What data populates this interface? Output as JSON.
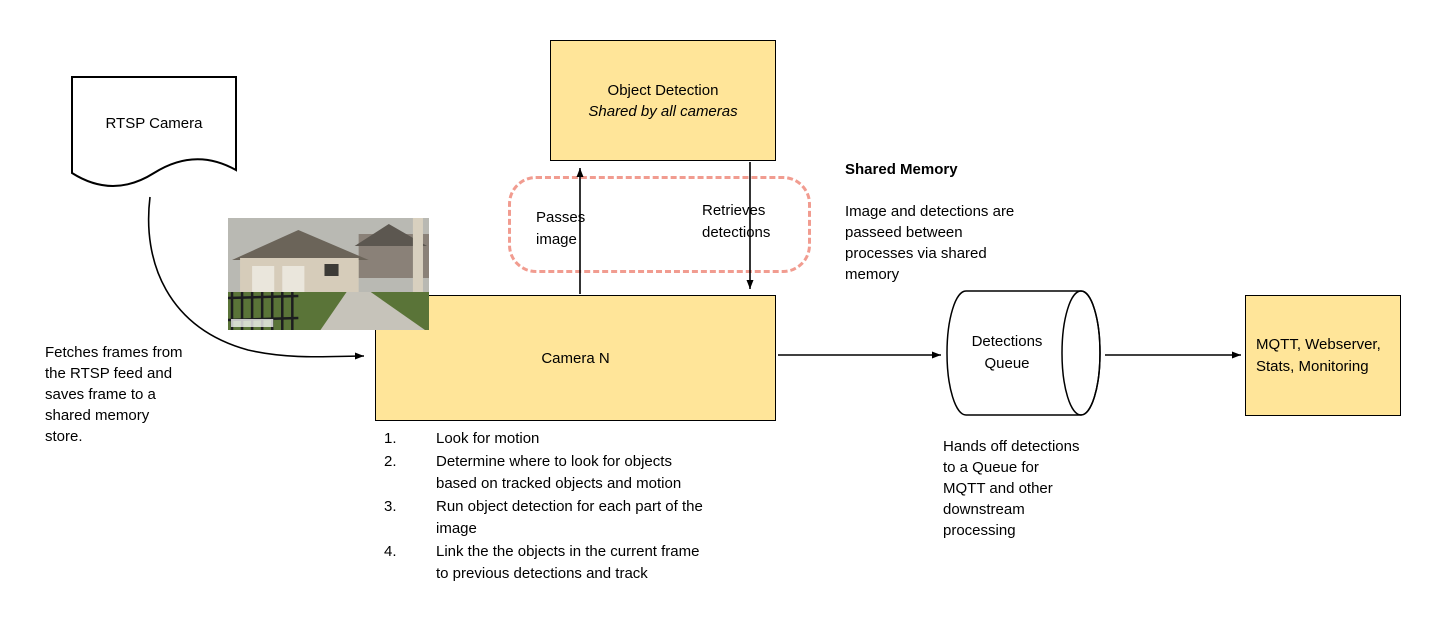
{
  "colors": {
    "node_fill": "#ffe599",
    "node_border": "#000000",
    "shared_memory_dash": "#f19c90",
    "canvas_bg": "#ffffff"
  },
  "nodes": {
    "rtsp_camera": {
      "label": "RTSP Camera"
    },
    "object_detection": {
      "title": "Object Detection",
      "subtitle": "Shared by all cameras"
    },
    "camera_n": {
      "label": "Camera N"
    },
    "detections_queue": {
      "label": "Detections Queue"
    },
    "mqtt": {
      "label": "MQTT, Webserver, Stats, Monitoring"
    }
  },
  "edges": {
    "passes_image": "Passes image",
    "retrieves_detections": "Retrieves detections"
  },
  "annotations": {
    "fetch_note": "Fetches frames from\nthe RTSP feed and\nsaves frame to a\nshared memory\nstore.",
    "shared_memory_title": "Shared Memory",
    "shared_memory_body": "Image and detections are\npasseed between\nprocesses via shared\nmemory",
    "queue_note": "Hands off detections\nto a Queue for\nMQTT and other\ndownstream\nprocessing",
    "camera_steps": [
      {
        "num": "1.",
        "text": "Look for motion"
      },
      {
        "num": "2.",
        "text": "Determine where to look for objects\nbased on tracked objects and motion"
      },
      {
        "num": "3.",
        "text": "Run object detection for each part of the\nimage"
      },
      {
        "num": "4.",
        "text": "Link the the objects in the current frame\nto previous detections and track"
      }
    ]
  }
}
